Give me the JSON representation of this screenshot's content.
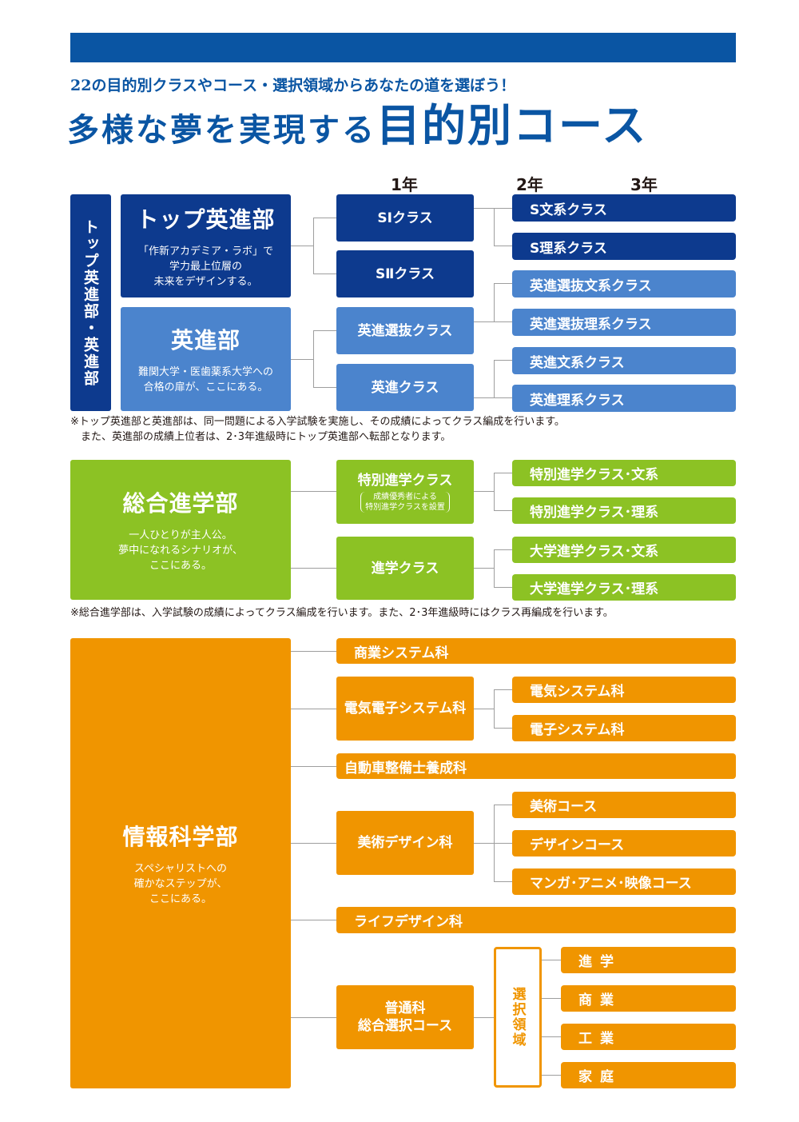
{
  "header": {
    "subtitle": "22の目的別クラスやコース・選択領域からあなたの道を選ぼう！",
    "title_small": "多様な夢を実現する",
    "title_big": "目的別コース"
  },
  "years": {
    "y1": "1年",
    "y2": "2年",
    "y3": "3年"
  },
  "section1": {
    "side_label": "トップ英進部・英進部",
    "top_dept": {
      "name": "トップ英進部",
      "desc": "「作新アカデミア・ラボ」で\n学力最上位層の\n未来をデザインする。"
    },
    "eishin_dept": {
      "name": "英進部",
      "desc": "難関大学・医歯薬系大学への\n合格の扉が、ここにある。"
    },
    "classes": [
      "SⅠクラス",
      "SⅡクラス",
      "英進選抜クラス",
      "英進クラス"
    ],
    "courses": [
      "S文系クラス",
      "S理系クラス",
      "英進選抜文系クラス",
      "英進選抜理系クラス",
      "英進文系クラス",
      "英進理系クラス"
    ],
    "footnote": "※トップ英進部と英進部は、同一問題による入学試験を実施し、その成績によってクラス編成を行います。\n　また、英進部の成績上位者は、2･3年進級時にトップ英進部へ転部となります。"
  },
  "section2": {
    "dept": {
      "name": "総合進学部",
      "desc": "一人ひとりが主人公。\n夢中になれるシナリオが、\nここにある。"
    },
    "classes": [
      {
        "name": "特別進学クラス",
        "note": "成績優秀者による\n特別進学クラスを設置"
      },
      {
        "name": "進学クラス",
        "note": ""
      }
    ],
    "courses": [
      "特別進学クラス･文系",
      "特別進学クラス･理系",
      "大学進学クラス･文系",
      "大学進学クラス･理系"
    ],
    "footnote": "※総合進学部は、入学試験の成績によってクラス編成を行います。また、2･3年進級時にはクラス再編成を行います。"
  },
  "section3": {
    "dept": {
      "name": "情報科学部",
      "desc": "スペシャリストへの\n確かなステップが、\nここにある。"
    },
    "majors": {
      "commerce": "商業システム科",
      "electric": "電気電子システム科",
      "auto": "自動車整備士養成科",
      "art": "美術デザイン科",
      "life": "ライフデザイン科",
      "general": "普通科\n総合選択コース"
    },
    "electric_courses": [
      "電気システム科",
      "電子システム科"
    ],
    "art_courses": [
      "美術コース",
      "デザインコース",
      "マンガ･アニメ･映像コース"
    ],
    "selection_label": "選択領域",
    "selection_areas": [
      "進学",
      "商業",
      "工業",
      "家庭"
    ]
  },
  "colors": {
    "brand_blue": "#0a55a3",
    "navy": "#0d3a8e",
    "light_blue": "#4b84cd",
    "green": "#8cc224",
    "orange": "#f09500"
  }
}
